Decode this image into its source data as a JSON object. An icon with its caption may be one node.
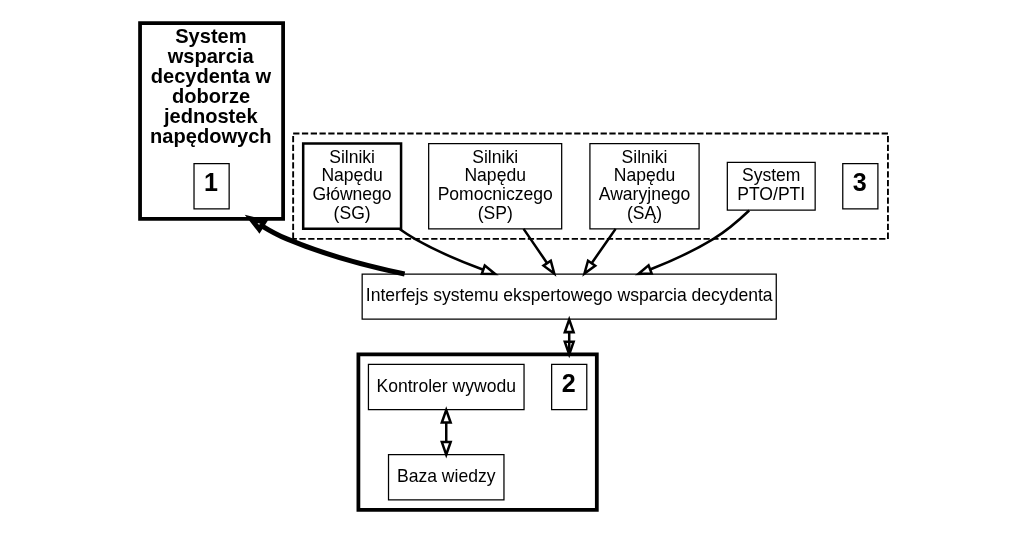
{
  "diagram": {
    "nodes": [
      {
        "text": [
          "System wsparcia decydenta w doborze jednostek napędowych"
        ]
      },
      {
        "text": [
          "1"
        ],
        "in": 0
      },
      {
        "text": [],
        "shape": "box"
      },
      {
        "text": [
          "3"
        ],
        "in": 2
      },
      {
        "text": [
          "Silniki Napędu Głównego (SG)"
        ],
        "in": 2
      },
      {
        "text": [
          "Silniki Napędu Pomocniczego (SP)"
        ],
        "in": 2
      },
      {
        "text": [
          "Silniki Napędu Awaryjnego (SĄ)"
        ],
        "in": 2
      },
      {
        "text": [
          "System PTO/PTI"
        ],
        "in": 2
      },
      {
        "text": [
          "Interfejs systemu ekspertowego wsparcia decydenta"
        ]
      },
      {
        "text": [],
        "shape": "box"
      },
      {
        "text": [
          "2"
        ],
        "in": 9
      },
      {
        "text": [
          "Kontroler wywodu"
        ],
        "in": 9
      },
      {
        "text": [
          "Baza wiedzy"
        ],
        "in": 9
      }
    ],
    "edges": [
      {
        "from": 4,
        "to": 8,
        "arrow": "to"
      },
      {
        "from": 5,
        "to": 8,
        "arrow": "to"
      },
      {
        "from": 6,
        "to": 8,
        "arrow": "to"
      },
      {
        "from": 7,
        "to": 8,
        "arrow": "to"
      },
      {
        "from": 8,
        "to": 0,
        "arrow": "to",
        "style": "thick"
      },
      {
        "from": 8,
        "to": 9,
        "arrow": "both"
      },
      {
        "from": 11,
        "to": 12,
        "arrow": "both"
      }
    ]
  }
}
